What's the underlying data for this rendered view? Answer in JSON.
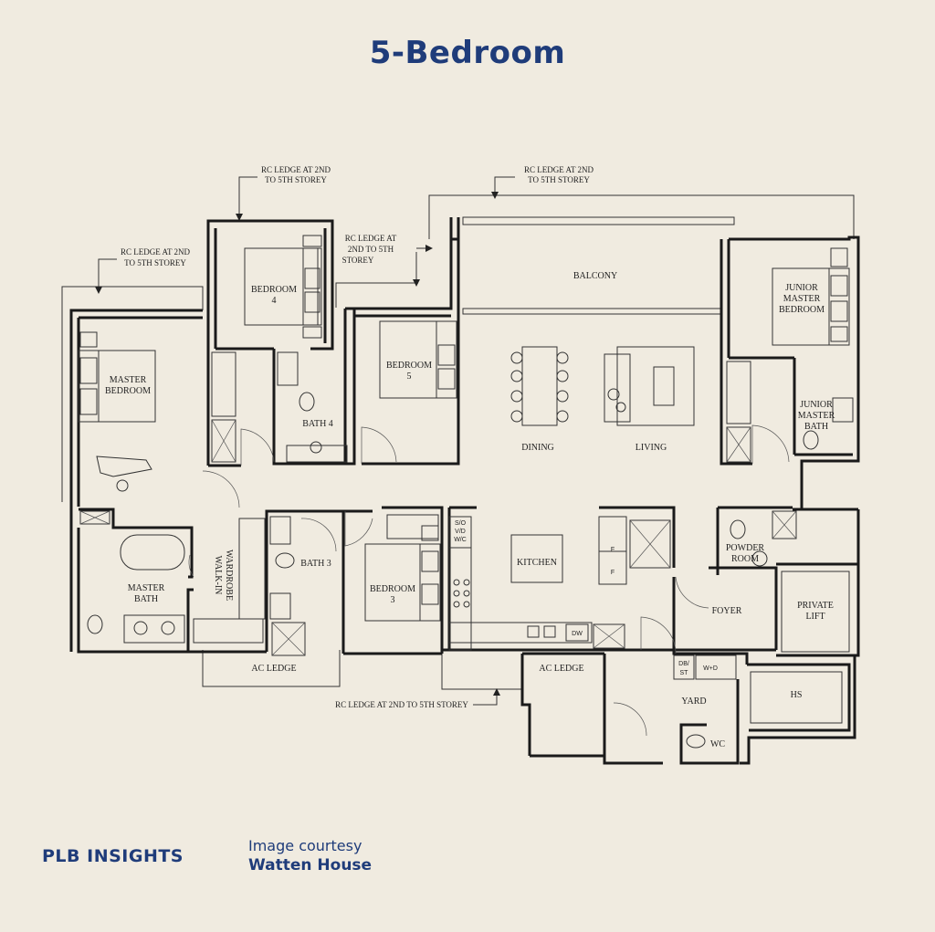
{
  "title": "5-Bedroom",
  "rooms": {
    "balcony": "BALCONY",
    "junior_master_bedroom": [
      "JUNIOR",
      "MASTER",
      "BEDROOM"
    ],
    "junior_master_bath": [
      "JUNIOR",
      "MASTER",
      "BATH"
    ],
    "bedroom4": [
      "BEDROOM",
      "4"
    ],
    "bedroom5": [
      "BEDROOM",
      "5"
    ],
    "master_bedroom": [
      "MASTER",
      "BEDROOM"
    ],
    "bath4": "BATH 4",
    "dining": "DINING",
    "living": "LIVING",
    "kitchen": "KITCHEN",
    "powder_room": [
      "POWDER",
      "ROOM"
    ],
    "foyer": "FOYER",
    "private_lift": [
      "PRIVATE",
      "LIFT"
    ],
    "master_bath": [
      "MASTER",
      "BATH"
    ],
    "walk_in_wardrobe": [
      "WALK-IN",
      "WARDROBE"
    ],
    "bath3": "BATH 3",
    "bedroom3": [
      "BEDROOM",
      "3"
    ],
    "ac_ledge_left": "AC LEDGE",
    "ac_ledge_right": "AC LEDGE",
    "yard": "YARD",
    "hs": "HS",
    "wc": "WC"
  },
  "fixtures": {
    "svdwc": [
      "S/O",
      "V/D",
      "W/C"
    ],
    "dw": "DW",
    "dbst": [
      "DB/",
      "ST"
    ],
    "wd": "W+D",
    "fridge1": "F",
    "fridge2": "F"
  },
  "annotations": {
    "rc_top_mid": [
      "RC LEDGE AT 2ND",
      "TO 5TH STOREY"
    ],
    "rc_top_right": [
      "RC LEDGE AT 2ND",
      "TO 5TH STOREY"
    ],
    "rc_mid": [
      "RC LEDGE AT",
      "2ND TO 5TH",
      "STOREY"
    ],
    "rc_left": [
      "RC LEDGE AT 2ND",
      "TO 5TH STOREY"
    ],
    "rc_bottom": "RC LEDGE AT 2ND TO 5TH STOREY"
  },
  "footer": {
    "brand": "PLB INSIGHTS",
    "courtesy_line1": "Image courtesy",
    "courtesy_line2": "Watten House"
  },
  "colors": {
    "background": "#f0ebe0",
    "brand_blue": "#1f3c7a",
    "wall": "#1a1a1a"
  }
}
